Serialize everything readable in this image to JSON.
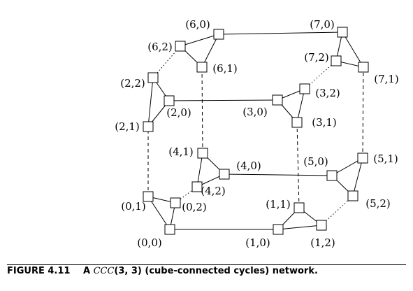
{
  "figure": {
    "number": "FIGURE 4.11",
    "caption_prefix": "A",
    "caption_name": "CCC",
    "caption_args": "(3, 3)",
    "caption_rest": "(cube-connected cycles) network."
  },
  "nodes": [
    {
      "id": "0,0",
      "label": "(0,0)"
    },
    {
      "id": "0,1",
      "label": "(0,1)"
    },
    {
      "id": "0,2",
      "label": "(0,2)"
    },
    {
      "id": "1,0",
      "label": "(1,0)"
    },
    {
      "id": "1,1",
      "label": "(1,1)"
    },
    {
      "id": "1,2",
      "label": "(1,2)"
    },
    {
      "id": "2,0",
      "label": "(2,0)"
    },
    {
      "id": "2,1",
      "label": "(2,1)"
    },
    {
      "id": "2,2",
      "label": "(2,2)"
    },
    {
      "id": "3,0",
      "label": "(3,0)"
    },
    {
      "id": "3,1",
      "label": "(3,1)"
    },
    {
      "id": "3,2",
      "label": "(3,2)"
    },
    {
      "id": "4,0",
      "label": "(4,0)"
    },
    {
      "id": "4,1",
      "label": "(4,1)"
    },
    {
      "id": "4,2",
      "label": "(4,2)"
    },
    {
      "id": "5,0",
      "label": "(5,0)"
    },
    {
      "id": "5,1",
      "label": "(5,1)"
    },
    {
      "id": "5,2",
      "label": "(5,2)"
    },
    {
      "id": "6,0",
      "label": "(6,0)"
    },
    {
      "id": "6,1",
      "label": "(6,1)"
    },
    {
      "id": "6,2",
      "label": "(6,2)"
    },
    {
      "id": "7,0",
      "label": "(7,0)"
    },
    {
      "id": "7,1",
      "label": "(7,1)"
    },
    {
      "id": "7,2",
      "label": "(7,2)"
    }
  ],
  "edges": [
    {
      "from": "0,0",
      "to": "0,1",
      "style": "solid"
    },
    {
      "from": "0,1",
      "to": "0,2",
      "style": "solid"
    },
    {
      "from": "0,2",
      "to": "0,0",
      "style": "solid"
    },
    {
      "from": "1,0",
      "to": "1,1",
      "style": "solid"
    },
    {
      "from": "1,1",
      "to": "1,2",
      "style": "solid"
    },
    {
      "from": "1,2",
      "to": "1,0",
      "style": "solid"
    },
    {
      "from": "2,0",
      "to": "2,1",
      "style": "solid"
    },
    {
      "from": "2,1",
      "to": "2,2",
      "style": "solid"
    },
    {
      "from": "2,2",
      "to": "2,0",
      "style": "solid"
    },
    {
      "from": "3,0",
      "to": "3,1",
      "style": "solid"
    },
    {
      "from": "3,1",
      "to": "3,2",
      "style": "solid"
    },
    {
      "from": "3,2",
      "to": "3,0",
      "style": "solid"
    },
    {
      "from": "4,0",
      "to": "4,1",
      "style": "solid"
    },
    {
      "from": "4,1",
      "to": "4,2",
      "style": "solid"
    },
    {
      "from": "4,2",
      "to": "4,0",
      "style": "solid"
    },
    {
      "from": "5,0",
      "to": "5,1",
      "style": "solid"
    },
    {
      "from": "5,1",
      "to": "5,2",
      "style": "solid"
    },
    {
      "from": "5,2",
      "to": "5,0",
      "style": "solid"
    },
    {
      "from": "6,0",
      "to": "6,1",
      "style": "solid"
    },
    {
      "from": "6,1",
      "to": "6,2",
      "style": "solid"
    },
    {
      "from": "6,2",
      "to": "6,0",
      "style": "solid"
    },
    {
      "from": "7,0",
      "to": "7,1",
      "style": "solid"
    },
    {
      "from": "7,1",
      "to": "7,2",
      "style": "solid"
    },
    {
      "from": "7,2",
      "to": "7,0",
      "style": "solid"
    },
    {
      "from": "0,0",
      "to": "1,0",
      "style": "solid"
    },
    {
      "from": "2,0",
      "to": "3,0",
      "style": "solid"
    },
    {
      "from": "4,0",
      "to": "5,0",
      "style": "solid"
    },
    {
      "from": "6,0",
      "to": "7,0",
      "style": "solid"
    },
    {
      "from": "0,1",
      "to": "2,1",
      "style": "dashed"
    },
    {
      "from": "1,1",
      "to": "3,1",
      "style": "dashed"
    },
    {
      "from": "4,1",
      "to": "6,1",
      "style": "dashed"
    },
    {
      "from": "5,1",
      "to": "7,1",
      "style": "dashed"
    },
    {
      "from": "0,2",
      "to": "4,2",
      "style": "dotted"
    },
    {
      "from": "1,2",
      "to": "5,2",
      "style": "dotted"
    },
    {
      "from": "2,2",
      "to": "6,2",
      "style": "dotted"
    },
    {
      "from": "3,2",
      "to": "7,2",
      "style": "dotted"
    }
  ]
}
